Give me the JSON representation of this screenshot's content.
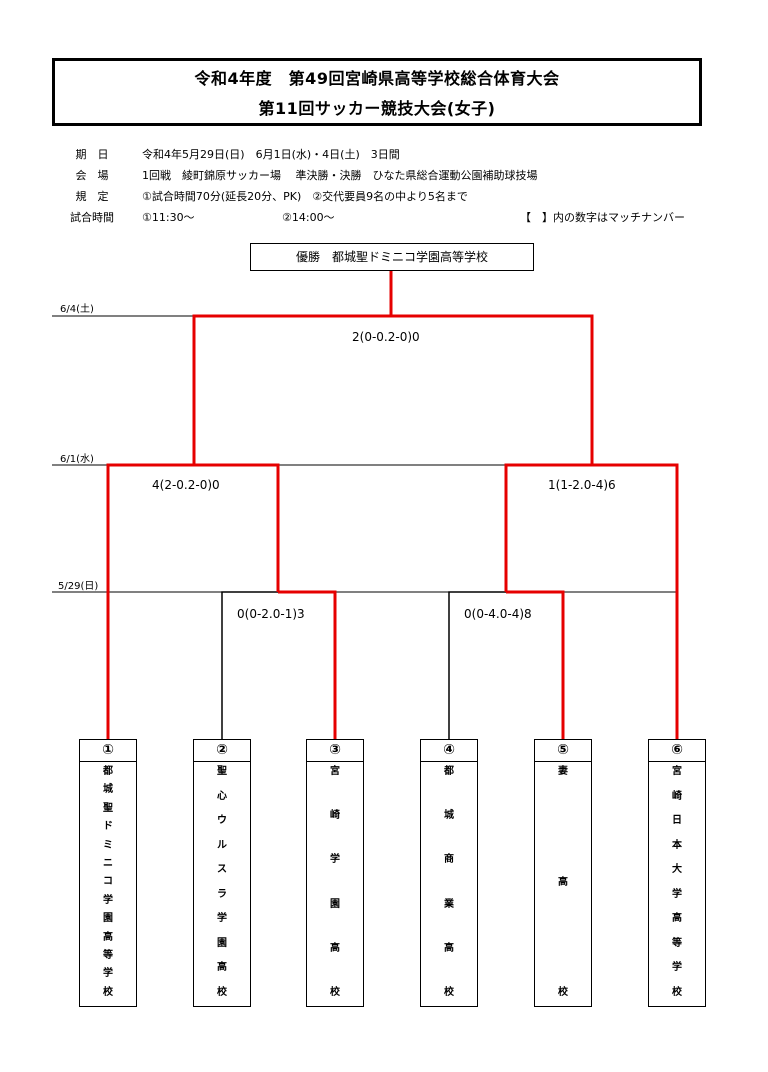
{
  "header": {
    "title_line1": "令和4年度　第49回宮崎県高等学校総合体育大会",
    "title_line2": "第11回サッカー競技大会(女子)"
  },
  "info": {
    "period_label": "期　日",
    "period_value": "令和4年5月29日(日)　6月1日(水)・4日(土)　3日間",
    "venue_label": "会　場",
    "venue_value": "1回戦　綾町錦原サッカー場　 準決勝・決勝　ひなた県総合運動公園補助球技場",
    "rules_label": "規　定",
    "rules_value": "①試合時間70分(延長20分、PK)　②交代要員9名の中より5名まで",
    "time_label": "試合時間",
    "time_value1": "①11:30～",
    "time_value2": "②14:00～",
    "note": "【　】内の数字はマッチナンバー"
  },
  "winner": "優勝　都城聖ドミニコ学園高等学校",
  "dates": {
    "final": "6/4(土)",
    "semi": "6/1(水)",
    "first": "5/29(日)"
  },
  "scores": {
    "final": "2(0-0.2-0)0",
    "semi1": "4(2-0.2-0)0",
    "semi2": "1(1-2.0-4)6",
    "r1_a": "0(0-2.0-1)3",
    "r1_b": "0(0-4.0-4)8"
  },
  "colors": {
    "winner_path": "#e60000",
    "line": "#000000"
  },
  "teams": [
    {
      "num": "①",
      "chars": [
        "都",
        "城",
        "聖",
        "ド",
        "ミ",
        "ニ",
        "コ",
        "学",
        "園",
        "高",
        "等",
        "学",
        "校"
      ]
    },
    {
      "num": "②",
      "chars": [
        "聖",
        "心",
        "ウ",
        "ル",
        "ス",
        "ラ",
        "学",
        "園",
        "高",
        "校"
      ]
    },
    {
      "num": "③",
      "chars": [
        "宮",
        "崎",
        "学",
        "園",
        "高",
        "校"
      ]
    },
    {
      "num": "④",
      "chars": [
        "都",
        "城",
        "商",
        "業",
        "高",
        "校"
      ]
    },
    {
      "num": "⑤",
      "chars": [
        "妻",
        "高",
        "校"
      ]
    },
    {
      "num": "⑥",
      "chars": [
        "宮",
        "崎",
        "日",
        "本",
        "大",
        "学",
        "高",
        "等",
        "学",
        "校"
      ]
    }
  ]
}
